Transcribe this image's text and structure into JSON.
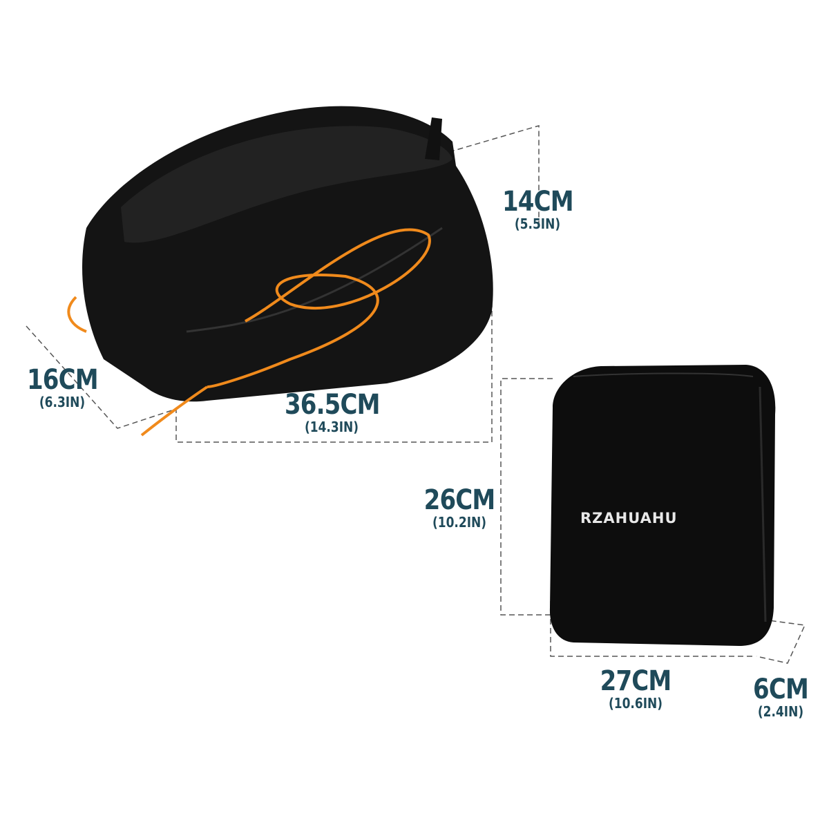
{
  "colors": {
    "label": "#1f4a5a",
    "bag": "#141414",
    "bungee": "#f08a1c",
    "dash_line": "#555555"
  },
  "trunk_bag": {
    "height": {
      "cm": "14CM",
      "in": "(5.5IN)"
    },
    "depth": {
      "cm": "16CM",
      "in": "(6.3IN)"
    },
    "length": {
      "cm": "36.5CM",
      "in": "(14.3IN)"
    }
  },
  "rain_cover": {
    "brand": "RZAHUAHU",
    "height": {
      "cm": "26CM",
      "in": "(10.2IN)"
    },
    "width": {
      "cm": "27CM",
      "in": "(10.6IN)"
    },
    "depth": {
      "cm": "6CM",
      "in": "(2.4IN)"
    }
  }
}
